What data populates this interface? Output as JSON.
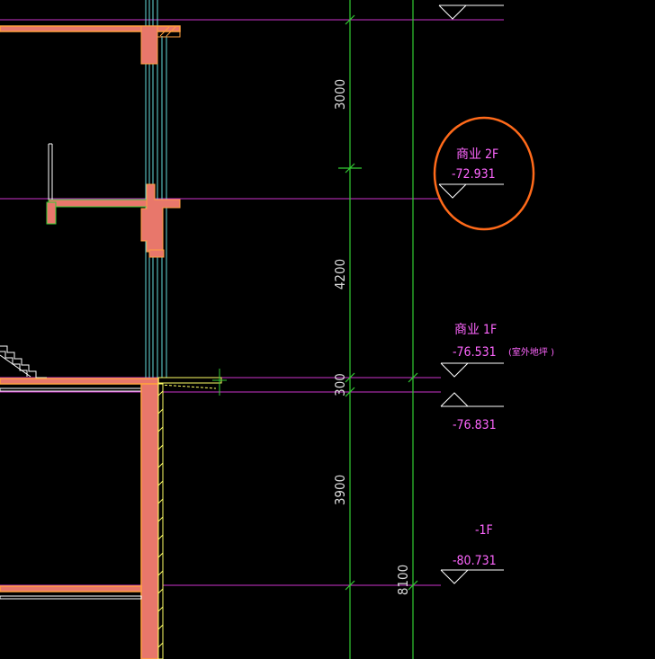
{
  "drawing": {
    "colors": {
      "background": "#000000",
      "level_line": "#cc33cc",
      "dimension_line": "#33cc33",
      "wall_fill": "#e8776b",
      "wall_edge": "#ffa040",
      "glass": "#66dddd",
      "annotation_text": "#ff66ff",
      "dimension_text": "#d8d8d8",
      "revision_cloud": "#ff6a1a"
    },
    "dimensions": {
      "d1": "3000",
      "d2": "4200",
      "d3": "300",
      "d4": "3900",
      "total": "8100"
    },
    "levels": {
      "l2": {
        "name": "商业  2F",
        "elev": "-72.931"
      },
      "l1": {
        "name": "商业  1F",
        "elev": "-76.531",
        "note": "(室外地坪    )"
      },
      "outdoor": {
        "elev": "-76.831"
      },
      "b1": {
        "name": "-1F",
        "elev": "-80.731"
      }
    },
    "markup": {
      "cloud_shape": "ellipse-circle"
    }
  }
}
